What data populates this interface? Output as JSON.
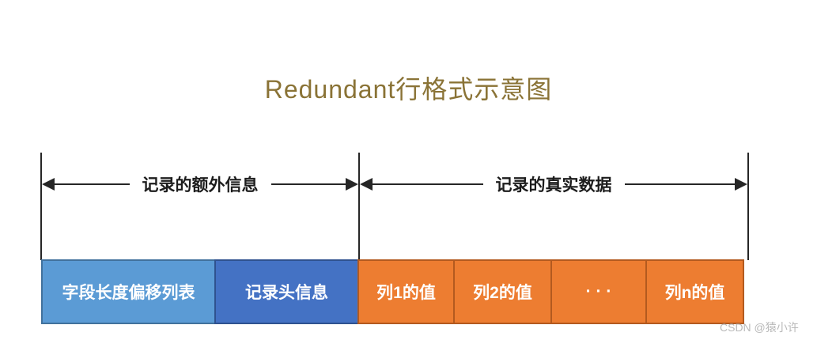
{
  "title": "Redundant行格式示意图",
  "measures": {
    "extra_info": {
      "label": "记录的额外信息"
    },
    "real_data": {
      "label": "记录的真实数据"
    }
  },
  "row_boxes": [
    {
      "label": "字段长度偏移列表",
      "section": "extra-info"
    },
    {
      "label": "记录头信息",
      "section": "extra-info"
    },
    {
      "label": "列1的值",
      "section": "real-data"
    },
    {
      "label": "列2的值",
      "section": "real-data"
    },
    {
      "label": "· · ·",
      "section": "real-data"
    },
    {
      "label": "列n的值",
      "section": "real-data"
    }
  ],
  "watermark": "CSDN @猿小许",
  "colors": {
    "title": "#8a7336",
    "line": "#262626",
    "light_blue_fill": "#5b9bd5",
    "light_blue_border": "#41719c",
    "blue_fill": "#4472c4",
    "blue_border": "#2f528f",
    "orange_fill": "#ed7d31",
    "orange_border": "#b35a1f",
    "watermark": "#b9b9b9"
  }
}
